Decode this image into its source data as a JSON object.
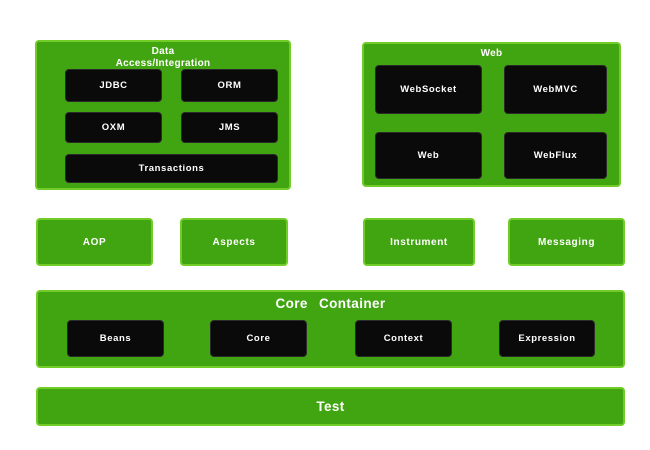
{
  "colors": {
    "green_fill": "#41A511",
    "green_border": "#72CC28",
    "module_bg": "#0A0A0A",
    "label_text": "#FFFFFF"
  },
  "groups": {
    "data_access": {
      "title_line1": "Data",
      "title_line2": "Access/Integration",
      "modules": {
        "jdbc": "JDBC",
        "orm": "ORM",
        "oxm": "OXM",
        "jms": "JMS",
        "transactions": "Transactions"
      }
    },
    "web": {
      "title": "Web",
      "modules": {
        "websocket": "WebSocket",
        "webmvc": "WebMVC",
        "web": "Web",
        "webflux": "WebFlux"
      }
    },
    "standalone": {
      "aop": "AOP",
      "aspects": "Aspects",
      "instrument": "Instrument",
      "messaging": "Messaging"
    },
    "core_container": {
      "title": "Core Container",
      "modules": {
        "beans": "Beans",
        "core": "Core",
        "context": "Context",
        "expression": "Expression"
      }
    },
    "test": {
      "title": "Test"
    }
  }
}
